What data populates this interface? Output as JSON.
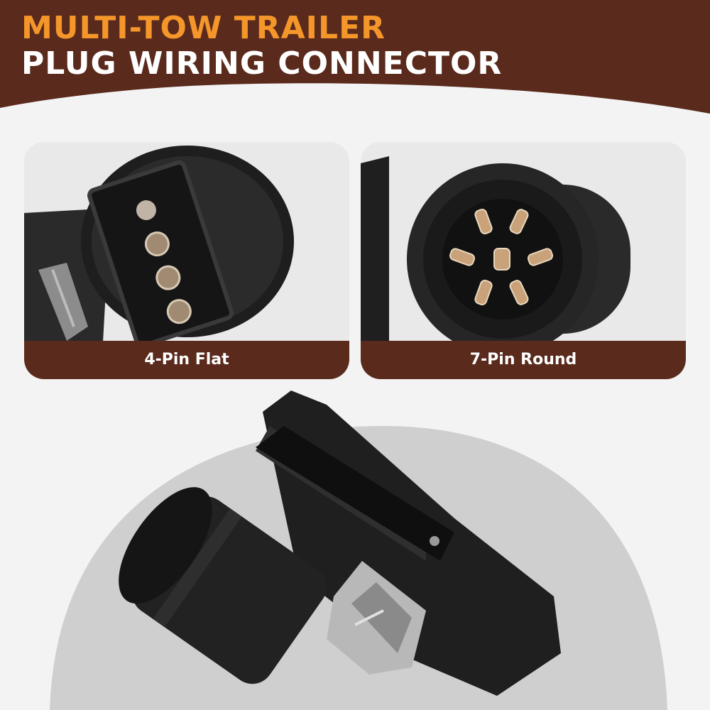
{
  "header": {
    "title_line1": "MULTI-TOW TRAILER",
    "title_line2": "PLUG WIRING CONNECTOR"
  },
  "cards": [
    {
      "label": "4-Pin Flat"
    },
    {
      "label": "7-Pin Round"
    }
  ],
  "colors": {
    "brand_brown": "#5a2a1c",
    "accent_orange": "#f4962a",
    "title_white": "#ffffff",
    "background": "#f3f3f3"
  }
}
